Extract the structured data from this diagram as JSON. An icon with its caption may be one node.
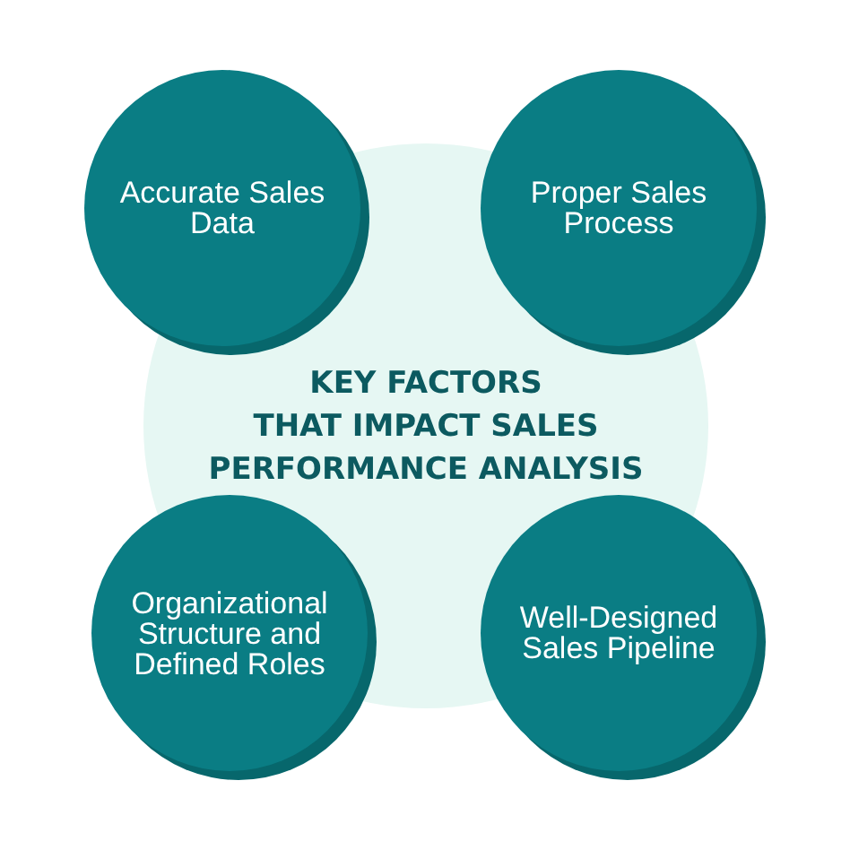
{
  "diagram": {
    "nodes": [
      {
        "text": [
          "Accurate Sales Data"
        ]
      },
      {
        "text": [
          "Proper Sales Process"
        ]
      },
      {
        "text": [
          "KEY FACTORS THAT IMPACT SALES PERFORMANCE ANALYSIS"
        ]
      },
      {
        "text": [
          "Organizational Structure and Defined Roles"
        ]
      },
      {
        "text": [
          "Well-Designed Sales Pipeline"
        ]
      }
    ]
  }
}
